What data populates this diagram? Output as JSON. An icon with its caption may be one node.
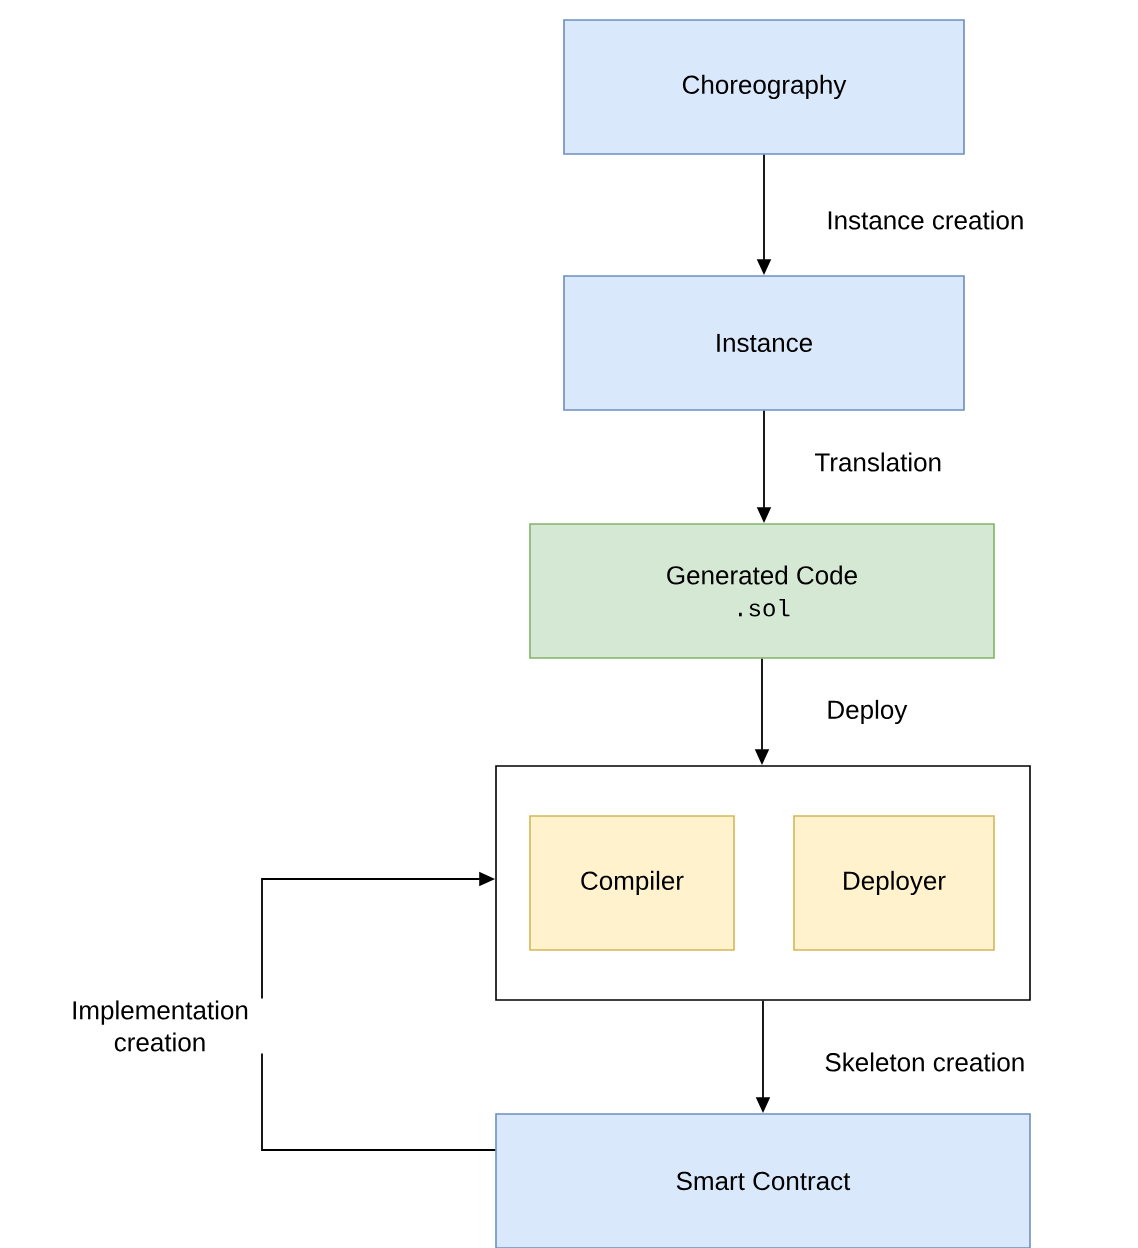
{
  "diagram": {
    "nodes": [
      {
        "text": [
          "Choreography"
        ]
      },
      {
        "text": [
          "Instance"
        ]
      },
      {
        "text": [
          "Generated Code",
          ".sol"
        ]
      },
      {
        "text": [],
        "shape": "box"
      },
      {
        "text": [
          "Compiler"
        ],
        "in": 3
      },
      {
        "text": [
          "Deployer"
        ],
        "in": 3
      },
      {
        "text": [
          "Smart Contract"
        ]
      }
    ],
    "edges": [
      {
        "from": 0,
        "to": 1,
        "arrow": "to",
        "label": "Instance creation"
      },
      {
        "from": 1,
        "to": 2,
        "arrow": "to",
        "label": "Translation"
      },
      {
        "from": 2,
        "to": 3,
        "arrow": "to",
        "label": "Deploy"
      },
      {
        "from": 3,
        "to": 6,
        "arrow": "to",
        "label": "Skeleton creation"
      },
      {
        "from": 6,
        "to": 3,
        "arrow": "to",
        "label": "Implementation creation"
      }
    ]
  }
}
